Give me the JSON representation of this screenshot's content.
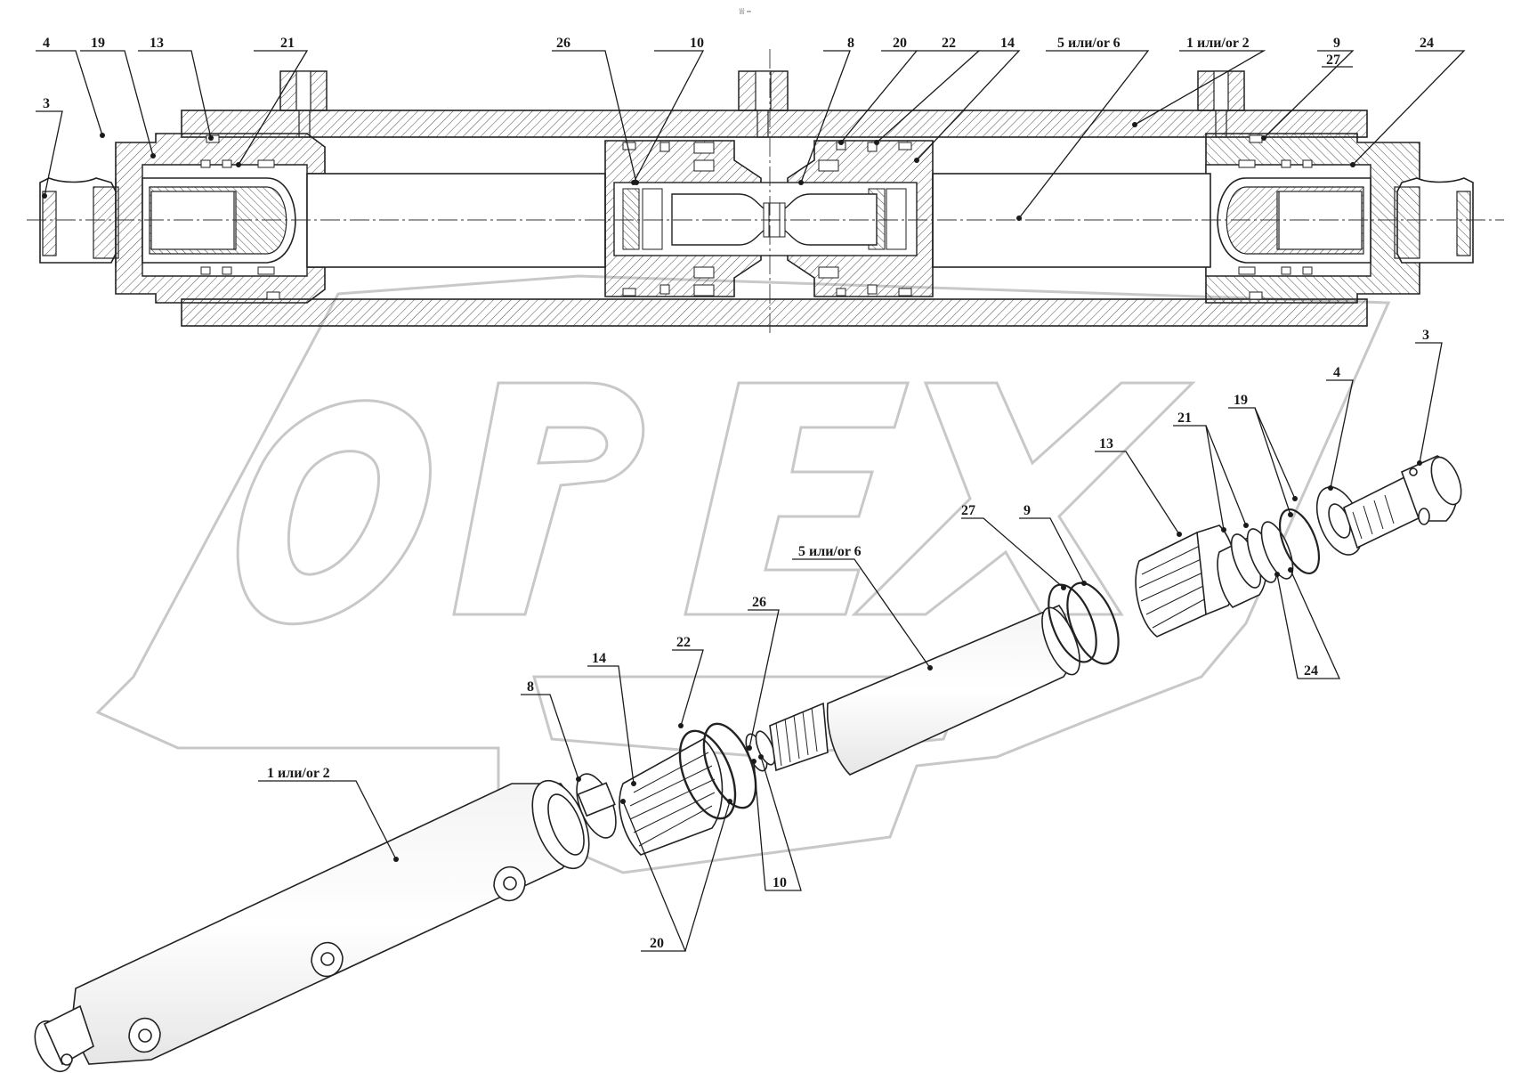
{
  "header_mark": "⻡ ▪▪",
  "watermark": "OPEX",
  "section_labels": {
    "l4": "4",
    "l19": "19",
    "l13": "13",
    "l21": "21",
    "l3": "3",
    "l26": "26",
    "l10": "10",
    "l8": "8",
    "l20": "20",
    "l22": "22",
    "l14": "14",
    "l5or6": "5 или/or 6",
    "l1or2": "1 или/or 2",
    "l9": "9",
    "l27": "27",
    "l24": "24"
  },
  "exploded_labels": {
    "l3": "3",
    "l4": "4",
    "l19": "19",
    "l21": "21",
    "l13": "13",
    "l9": "9",
    "l27": "27",
    "l5or6": "5 или/or 6",
    "l24": "24",
    "l26": "26",
    "l22": "22",
    "l14": "14",
    "l8": "8",
    "l1or2": "1 или/or 2",
    "l10": "10",
    "l20": "20"
  }
}
